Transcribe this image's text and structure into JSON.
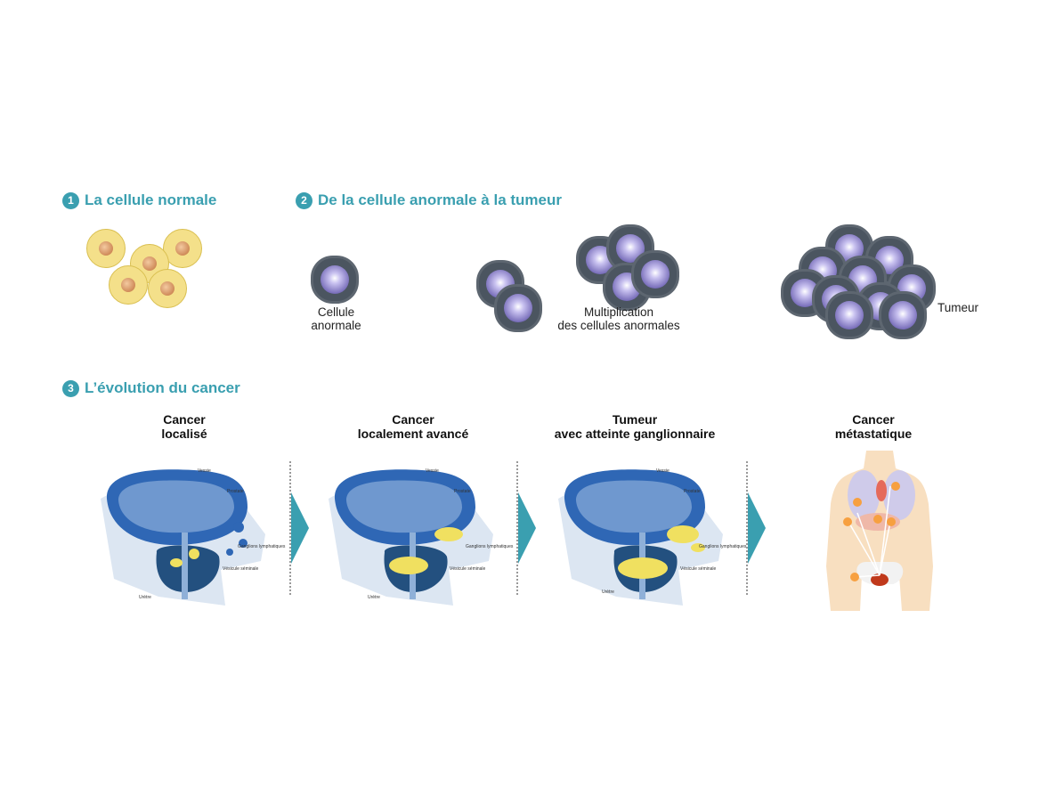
{
  "sections": [
    {
      "number": "1",
      "title": "La cellule normale"
    },
    {
      "number": "2",
      "title": "De la cellule anormale à la tumeur"
    },
    {
      "number": "3",
      "title": "L’évolution du cancer"
    }
  ],
  "cell_labels": {
    "abnormal": [
      "Cellule",
      "anormale"
    ],
    "multiplication": [
      "Multiplication",
      "des cellules anormales"
    ],
    "tumor": "Tumeur"
  },
  "stages": [
    {
      "line1": "Cancer",
      "line2": "localisé"
    },
    {
      "line1": "Cancer",
      "line2": "localement avancé"
    },
    {
      "line1": "Tumeur",
      "line2": "avec atteinte ganglionnaire"
    },
    {
      "line1": "Cancer",
      "line2": "métastatique"
    }
  ],
  "anatomy_labels": {
    "bladder": "Vessie",
    "prostate": "Prostate",
    "lymph_nodes": "Ganglions lymphatiques",
    "seminal_vesicle": "Vésicule séminale",
    "urethra": "Urètre"
  },
  "colors": {
    "accent": "#3a9fb0",
    "bladder": "#2f67b5",
    "tumor": "#f0e060"
  }
}
